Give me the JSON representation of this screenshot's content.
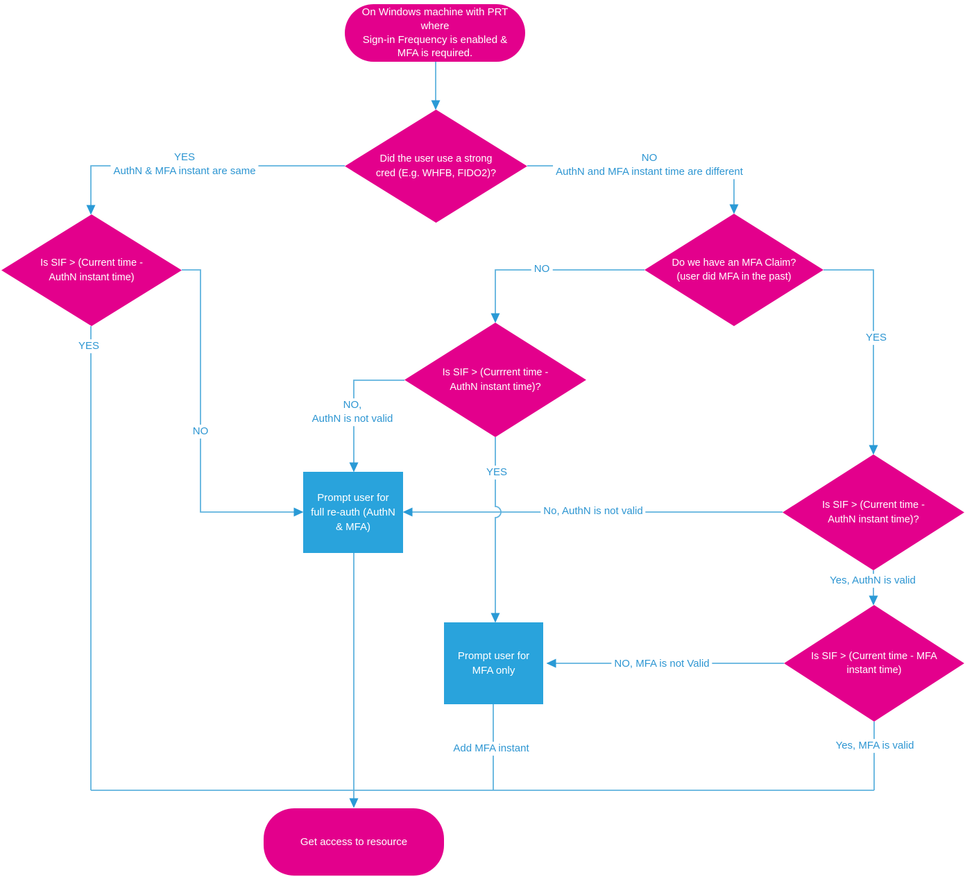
{
  "diagram": {
    "title": "Sign-in Frequency / MFA re-authentication flowchart",
    "colors": {
      "shape_pink": "#e3008c",
      "shape_blue": "#29a3dc",
      "connector_line": "#5fb2de",
      "arrowhead": "#2a9ad6",
      "edge_label_text": "#2e96d2",
      "shape_text": "#ffffff",
      "background": "#ffffff"
    },
    "nodes": {
      "start": "On Windows machine with PRT\nwhere\nSign-in Frequency is enabled &\nMFA is required.",
      "strong_cred": "Did the user use a strong\ncred (E.g. WHFB, FIDO2)?",
      "sif_left": "Is SIF > (Current time -\nAuthN instant time)",
      "mfa_claim": "Do we have an MFA Claim?\n(user did MFA in the past)",
      "sif_mid": "Is SIF > (Currrent time -\nAuthN instant time)?",
      "sif_right": "Is SIF > (Current time -\nAuthN instant time)?",
      "sif_mfa": "Is SIF > (Current time - MFA\ninstant time)",
      "prompt_full": "Prompt user for\nfull re-auth (AuthN\n& MFA)",
      "prompt_mfa": "Prompt user for\nMFA only",
      "end": "Get access to resource"
    },
    "edge_labels": {
      "yes_same": "YES\nAuthN & MFA instant are same",
      "no_different": "NO\nAuthN and MFA instant time are different",
      "sif_left_yes": "YES",
      "sif_left_no": "NO",
      "claim_no": "NO",
      "claim_yes": "YES",
      "mid_no": "NO,\nAuthN is not valid",
      "mid_yes": "YES",
      "right_no": "No, AuthN is not valid",
      "right_yes": "Yes, AuthN is valid",
      "mfa_no": "NO, MFA is not Valid",
      "mfa_yes": "Yes, MFA is valid",
      "add_mfa": "Add MFA instant"
    }
  }
}
